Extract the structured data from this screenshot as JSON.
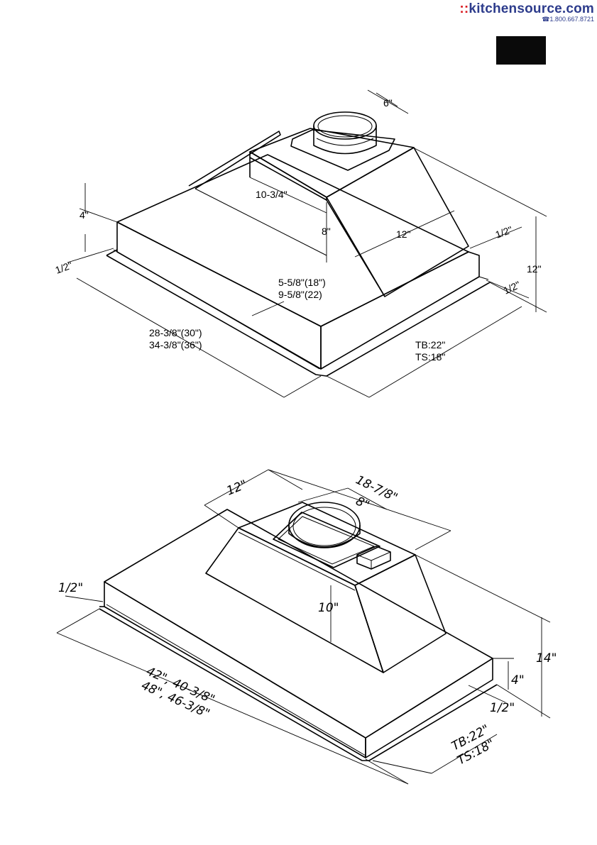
{
  "brand": {
    "logo_prefix": "::",
    "logo_text": "kitchensource.com",
    "phone": "☎1.800.667.8721"
  },
  "diagram1": {
    "dims": {
      "duct": "6\"",
      "chimney_depth": "10-3/4\"",
      "chimney_height": "8\"",
      "chimney_width": "12\"",
      "hood_height": "4\"",
      "lip_left": "1/2\"",
      "lip_right_top": "1/2\"",
      "lip_right_bottom": "1/2\"",
      "total_height": "12\"",
      "offset_1": "5-5/8\"(18\")",
      "offset_2": "9-5/8\"(22)",
      "width_1": "28-3/8\"(30\")",
      "width_2": "34-3/8\"(36\")",
      "depth_1": "TB:22\"",
      "depth_2": "TS:18\""
    }
  },
  "diagram2": {
    "dims": {
      "chimney_depth": "12\"",
      "chimney_width": "18-7/8\"",
      "duct": "8\"",
      "lip_left": "1/2\"",
      "chimney_height": "10\"",
      "total_height": "14\"",
      "hood_height": "4\"",
      "lip_right": "1/2\"",
      "width_1": "42\", 40-3/8\"",
      "width_2": "48\", 46-3/8\"",
      "depth_1": "TB:22\"",
      "depth_2": "TS:18\""
    }
  }
}
